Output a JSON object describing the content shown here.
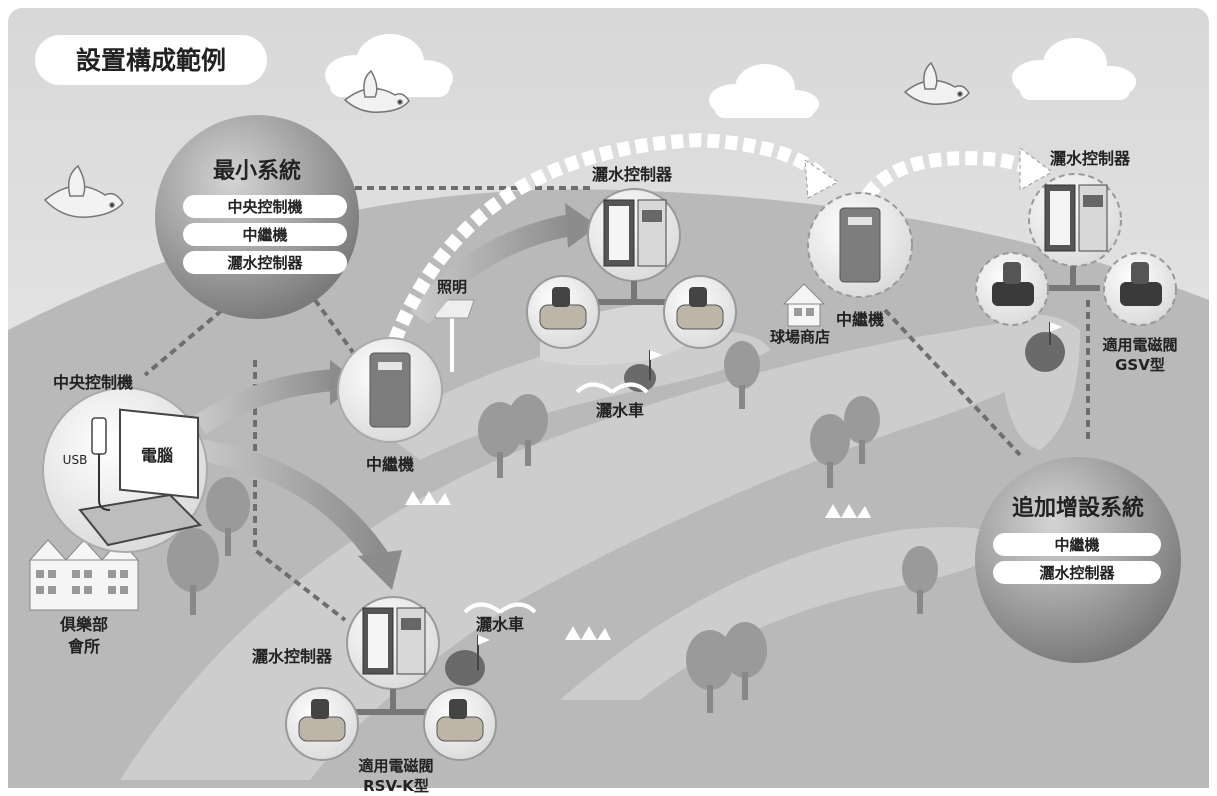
{
  "title": "設置構成範例",
  "min_system": {
    "heading": "最小系統",
    "items": [
      "中央控制機",
      "中繼機",
      "灑水控制器"
    ]
  },
  "add_system": {
    "heading": "追加增設系統",
    "items": [
      "中繼機",
      "灑水控制器"
    ]
  },
  "labels": {
    "central_controller": "中央控制機",
    "usb": "USB",
    "computer": "電腦",
    "clubhouse_line1": "俱樂部",
    "clubhouse_line2": "會所",
    "lighting": "照明",
    "repeater_left": "中繼機",
    "repeater_right": "中繼機",
    "sprinkler_ctrl_top": "灑水控制器",
    "sprinkler_ctrl_bottom": "灑水控制器",
    "sprinkler_ctrl_right": "灑水控制器",
    "sprinkler_top": "灑水車",
    "sprinkler_bottom": "灑水車",
    "shop": "球場商店",
    "valve_bottom_line1": "適用電磁閥",
    "valve_bottom_line2": "RSV-K型",
    "valve_right_line1": "適用電磁閥",
    "valve_right_line2": "GSV型"
  },
  "colors": {
    "sky": "#e6e6e6",
    "hill": "#b8b8b8",
    "fairway": "#cfcfcf",
    "bubble": "#8a8a8a",
    "arrow": "#9a9a9a",
    "dash": "#6e6e6e",
    "pill": "#ffffff"
  }
}
